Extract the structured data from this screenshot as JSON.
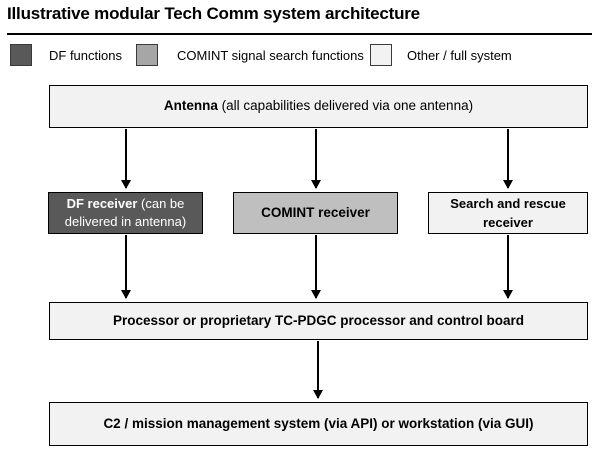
{
  "title": "Illustrative modular Tech Comm system architecture",
  "legend": {
    "items": [
      {
        "label": "DF functions",
        "color": "#595959"
      },
      {
        "label": "COMINT signal search functions",
        "color": "#a6a6a6"
      },
      {
        "label": "Other / full system",
        "color": "#f2f2f2"
      }
    ]
  },
  "diagram": {
    "antenna": {
      "bold": "Antenna",
      "rest": " (all capabilities delivered via one antenna)",
      "fill": "#f2f2f2"
    },
    "df_receiver": {
      "bold": "DF receiver",
      "rest": " (can be delivered in antenna)",
      "fill": "#595959"
    },
    "comint_receiver": {
      "label": "COMINT receiver",
      "fill": "#bfbfbf"
    },
    "sar_receiver": {
      "label": "Search and rescue receiver",
      "fill": "#f2f2f2"
    },
    "processor": {
      "label": "Processor or proprietary TC-PDGC processor and control board",
      "fill": "#f2f2f2"
    },
    "c2": {
      "label": "C2 / mission management system (via API) or workstation (via GUI)",
      "fill": "#f2f2f2"
    }
  },
  "colors": {
    "border": "#000000",
    "arrow": "#000000",
    "rule": "#000000"
  }
}
